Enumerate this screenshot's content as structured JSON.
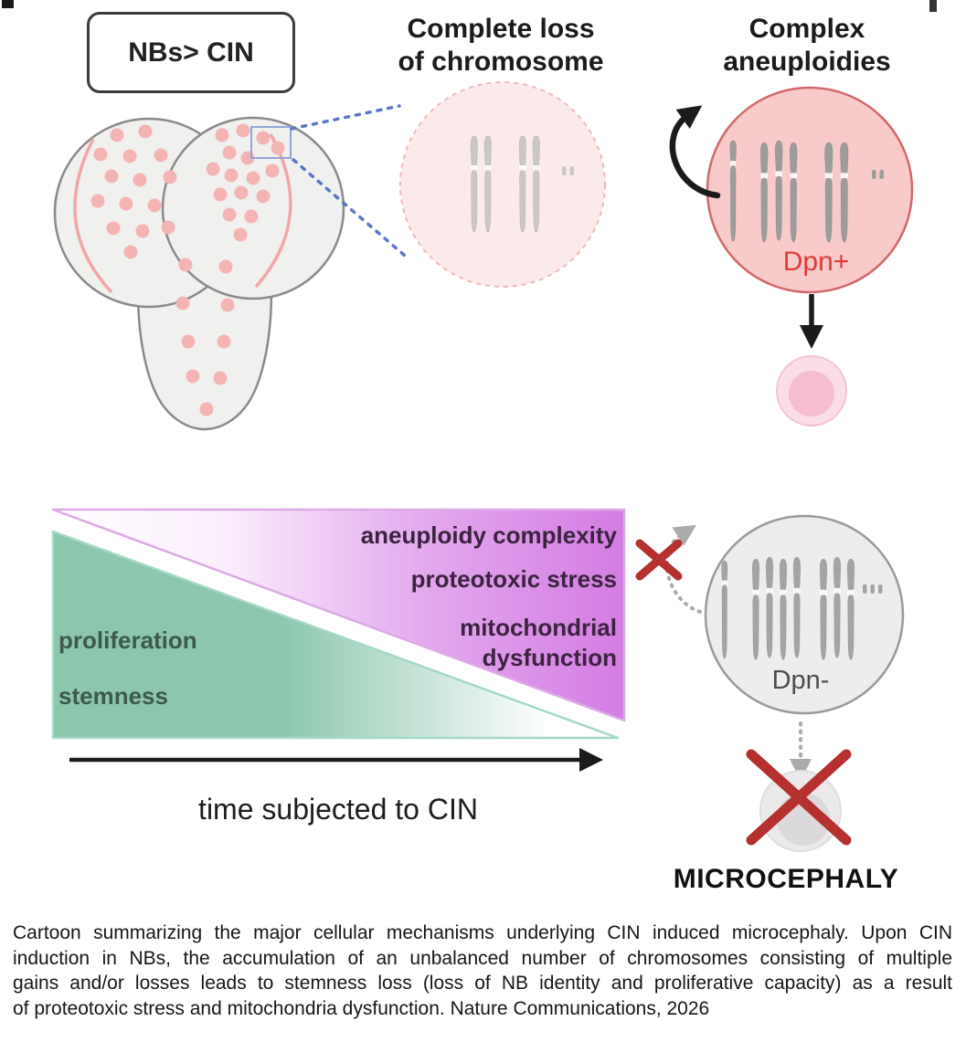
{
  "panel": {
    "nbs_label": "NBs> CIN",
    "complete_loss_title": "Complete loss\nof chromosome",
    "complex_title": "Complex\naneuploidies",
    "dpn_plus_label": "Dpn+",
    "dpn_minus_label": "Dpn-",
    "microcephaly_label": "MICROCEPHALY"
  },
  "gradient_diagram": {
    "increasing_labels": {
      "aneuploidy": "aneuploidy complexity",
      "proteotoxic": "proteotoxic stress",
      "mitochondrial": "mitochondrial\ndysfunction"
    },
    "decreasing_labels": {
      "proliferation": "proliferation",
      "stemness": "stemness"
    },
    "x_axis_label": "time subjected to CIN"
  },
  "caption": {
    "lines": [
      "Cartoon summarizing the major cellular mechanisms underlying CIN induced microcephaly. Upon CIN",
      "induction in NBs, the accumulation of an unbalanced number of chromosomes consisting of multiple",
      "gains and/or losses leads to stemness loss (loss of NB identity and proliferative capacity) as a result",
      "of proteotoxic stress and mitochondria dysfunction. Nature Communications, 2026"
    ]
  },
  "colors": {
    "stemness_green": "#8bc6ad",
    "aneuploidy_purple": "#d47ce3",
    "red_cross": "#b5302e",
    "dpn_plus_red": "#e23b3b",
    "complex_cell_pink": "#f8caca",
    "pale_pink_cell": "#fbeaea",
    "zoom_line_blue": "#5b78c6",
    "chromosome_gray": "#9c9c9c"
  }
}
